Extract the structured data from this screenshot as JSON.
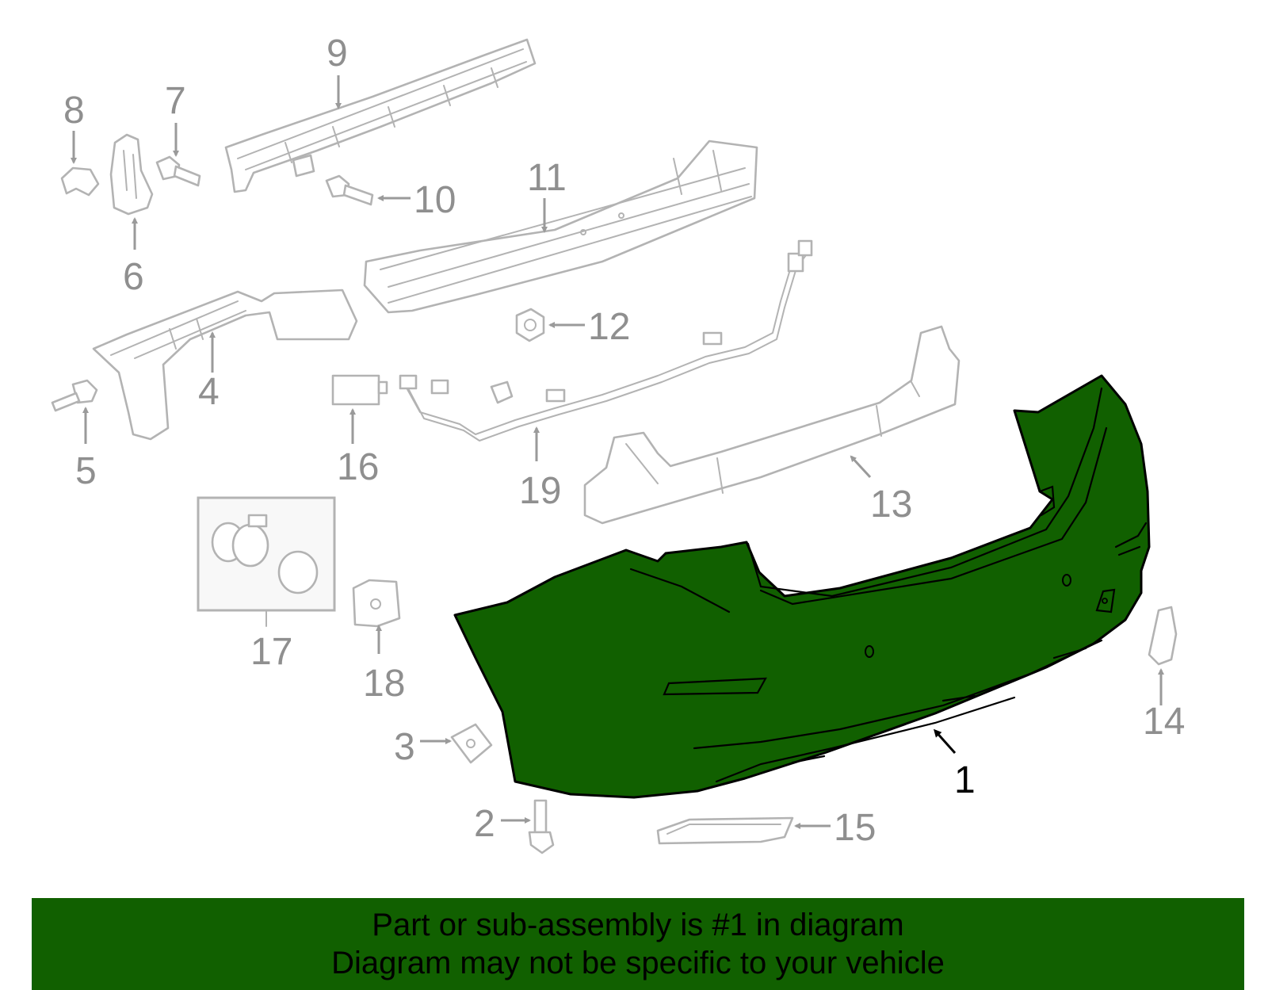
{
  "diagram": {
    "highlight_color": "#116000",
    "highlighted_part": "1",
    "callouts": [
      "1",
      "2",
      "3",
      "4",
      "5",
      "6",
      "7",
      "8",
      "9",
      "10",
      "11",
      "12",
      "13",
      "14",
      "15",
      "16",
      "17",
      "18",
      "19"
    ]
  },
  "banner": {
    "line1": "Part or sub-assembly is #1 in diagram",
    "line2": "Diagram may not be specific to your vehicle",
    "background": "#116000"
  }
}
